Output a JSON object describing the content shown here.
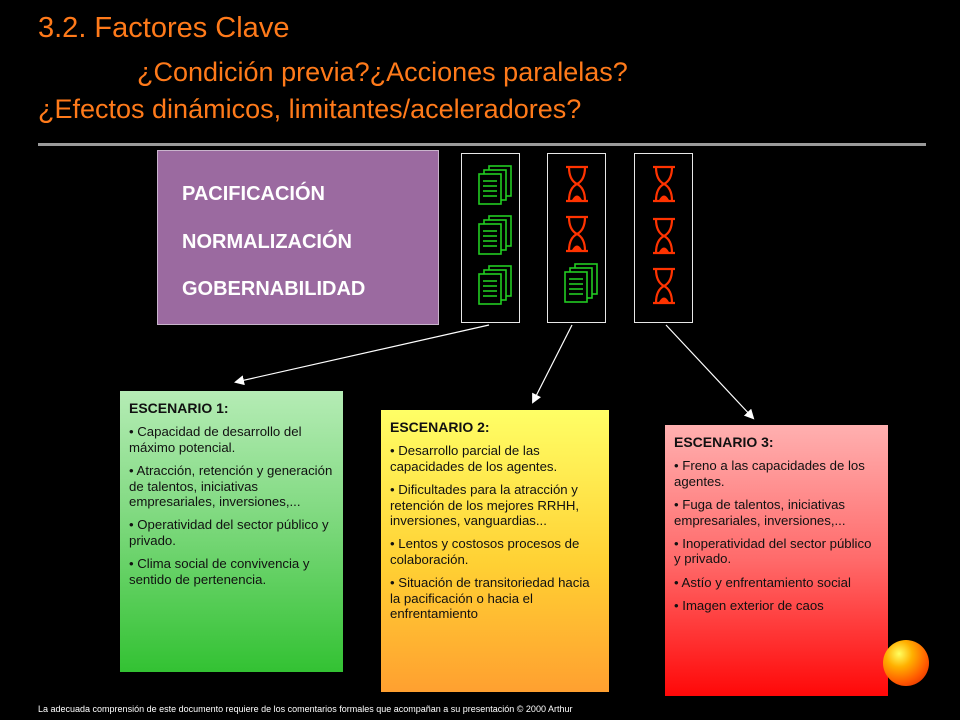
{
  "slide": {
    "title_line1": "3.2. Factores Clave",
    "title_line2": "¿Condición previa?¿Acciones paralelas?",
    "title_line3": "¿Efectos dinámicos, limitantes/aceleradores?",
    "title_color": "#ff7a1a"
  },
  "factors": [
    "PACIFICACIÓN",
    "NORMALIZACIÓN",
    "GOBERNABILIDAD"
  ],
  "icon_columns": [
    [
      "document-stack-icon",
      "document-stack-icon",
      "document-stack-icon"
    ],
    [
      "hourglass-icon",
      "hourglass-icon",
      "document-stack-icon"
    ],
    [
      "hourglass-icon",
      "hourglass-icon",
      "hourglass-icon"
    ]
  ],
  "colors": {
    "document_icon": "#22cc22",
    "hourglass_icon": "#ff3300",
    "factor_box": "#9b6aa0",
    "scenario_1": "#33c233",
    "scenario_2": "#ffd033",
    "scenario_3": "#ff0808"
  },
  "scenarios": [
    {
      "title": "ESCENARIO 1:",
      "items": [
        "• Capacidad de desarrollo del máximo potencial.",
        "• Atracción, retención y generación de talentos, iniciativas empresariales, inversiones,...",
        "• Operatividad del sector público y privado.",
        "•  Clima social de convivencia y sentido de pertenencia."
      ]
    },
    {
      "title": "ESCENARIO 2:",
      "items": [
        "• Desarrollo parcial de las capacidades de los agentes.",
        "• Dificultades para la atracción y retención de los mejores RRHH, inversiones, vanguardias...",
        "• Lentos y costosos procesos de colaboración.",
        "• Situación de transitoriedad hacia la pacificación o hacia el enfrentamiento"
      ]
    },
    {
      "title": "ESCENARIO 3:",
      "items": [
        "• Freno a las capacidades de los agentes.",
        "• Fuga de talentos, iniciativas empresariales, inversiones,...",
        "• Inoperatividad del sector público y privado.",
        "• Astío y enfrentamiento social",
        "• Imagen exterior de caos"
      ]
    }
  ],
  "footer": "La adecuada comprensión de este documento requiere de los comentarios formales que acompañan a su presentación    © 2000 Arthur"
}
